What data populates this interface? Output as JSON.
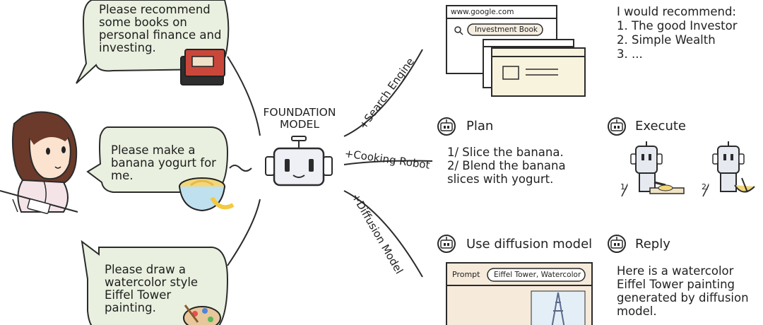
{
  "bubbles": {
    "finance": "Please recommend some books on personal finance and investing.",
    "yogurt": "Please make a banana yogurt for me.",
    "painting": "Please draw a watercolor style Eiffel Tower painting."
  },
  "center": {
    "label_line1": "FOUNDATION",
    "label_line2": "MODEL"
  },
  "branches": {
    "search": "+Search Engine",
    "cooking": "+Cooking Robot",
    "diffusion": "+Diffusion Model"
  },
  "browser": {
    "url": "www.google.com",
    "query": "Investment Book"
  },
  "recommendation": {
    "intro": "I would recommend:",
    "items": [
      "1. The good Investor",
      "2. Simple Wealth",
      "3. ..."
    ]
  },
  "plan": {
    "title": "Plan",
    "lines": [
      "1/  Slice the banana.",
      "2/  Blend the banana",
      "slices with yogurt."
    ]
  },
  "execute": {
    "title": "Execute",
    "step1": "1/",
    "step2": "2/"
  },
  "diffusion_step": {
    "title": "Use diffusion model",
    "prompt_label": "Prompt",
    "prompt_value": "Eiffel Tower, Watercolor"
  },
  "reply": {
    "title": "Reply",
    "lines": [
      "Here is a watercolor",
      "Eiffel Tower painting",
      "generated by diffusion",
      "model."
    ]
  },
  "colors": {
    "bubble_fill": "#e9f0df",
    "stroke": "#2b2b2b",
    "panel_fill": "#f7f3dc",
    "paper": "#f6eadb"
  }
}
